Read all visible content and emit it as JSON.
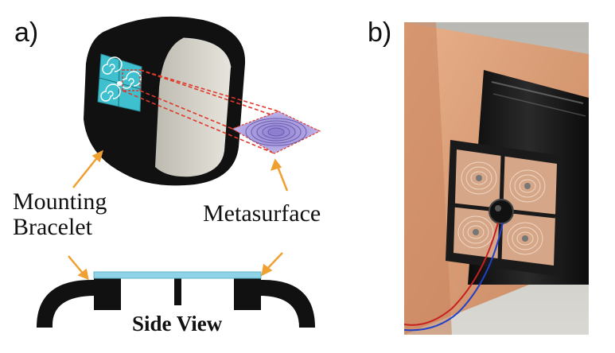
{
  "panels": {
    "a_label": "a)",
    "b_label": "b)"
  },
  "labels": {
    "mounting_line1": "Mounting",
    "mounting_line2": "Bracelet",
    "metasurface": "Metasurface",
    "side_view": "Side View"
  },
  "colors": {
    "bracelet": "#111111",
    "inner_band": "#d8d6cc",
    "cyan_patch": "#3fc0cf",
    "metasurface_fill": "#b9aee6",
    "dashed_line": "#e0392b",
    "arrow": "#f0a030",
    "side_bar": "#8fd3e6"
  }
}
